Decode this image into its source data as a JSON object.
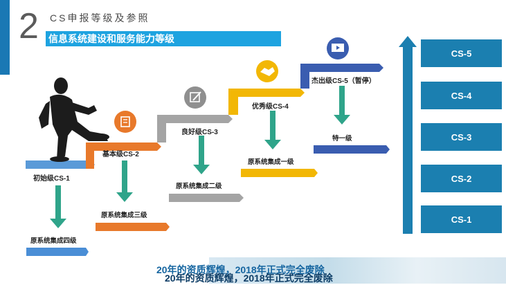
{
  "header": {
    "number": "2",
    "title": "CS申报等级及参照",
    "banner": "信息系统建设和服务能力等级"
  },
  "steps": [
    {
      "label": "初始级CS-1",
      "target": "原系统集成四级"
    },
    {
      "label": "基本级CS-2",
      "target": "原系统集成三级",
      "icon": "document-icon"
    },
    {
      "label": "良好级CS-3",
      "target": "原系统集成二级",
      "icon": "edit-icon"
    },
    {
      "label": "优秀级CS-4",
      "target": "原系统集成一级",
      "icon": "handshake-icon"
    },
    {
      "label": "杰出级CS-5（暂停）",
      "target": "特一级",
      "icon": "monitor-icon"
    }
  ],
  "levels": [
    "CS-5",
    "CS-4",
    "CS-3",
    "CS-2",
    "CS-1"
  ],
  "footer": {
    "ghost": "20年的资质辉煌，2018年正式完全废除",
    "text": "20年的资质辉煌，2018年正式完全废除"
  },
  "colors": {
    "blue": "#1ea3e0",
    "orange": "#e8792b",
    "gray": "#9a9a9a",
    "yellow": "#f2b705",
    "navy": "#3a5db0",
    "teal": "#2fa48a",
    "box": "#1b7fb0"
  }
}
